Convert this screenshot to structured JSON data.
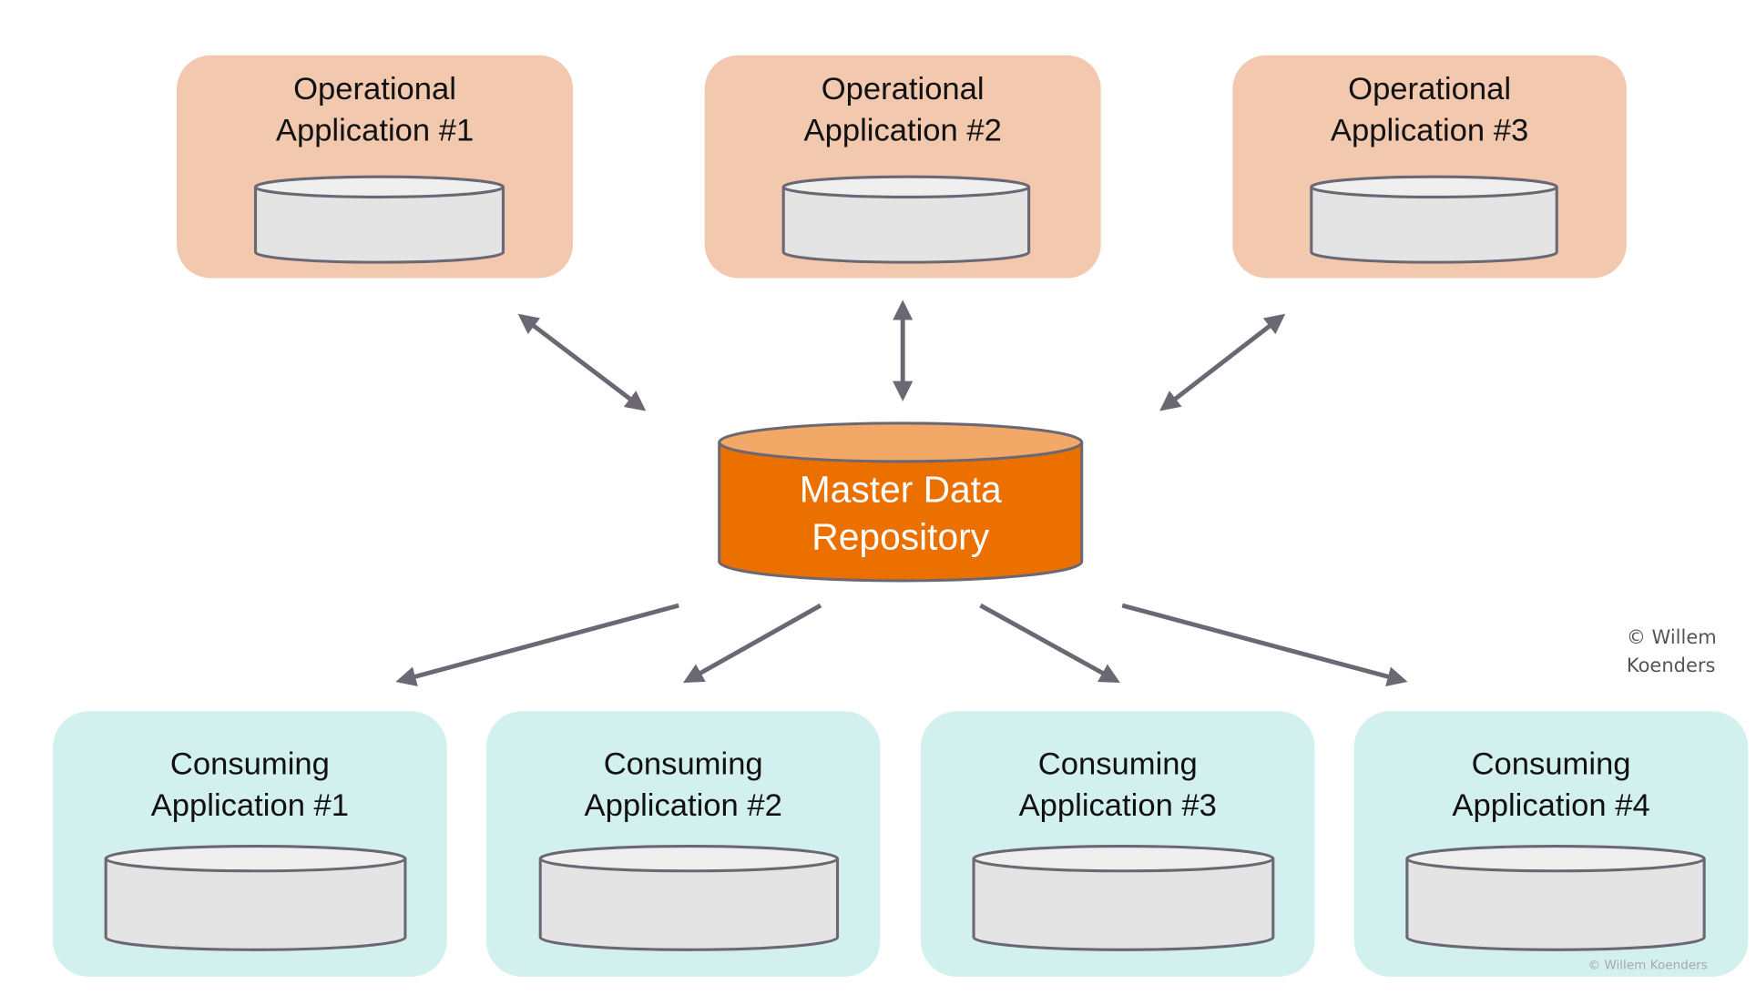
{
  "diagram": {
    "title": "Master Data Management hub architecture",
    "colors": {
      "operational_box": "#f2c8ae",
      "consuming_box": "#d2f0ee",
      "db_body": "#e4e4e4",
      "db_top": "#efefef",
      "db_stroke": "#6b6874",
      "master_body": "#eb7000",
      "master_top": "#f2a866",
      "arrow": "#6b6874"
    },
    "master": {
      "line1": "Master Data",
      "line2": "Repository"
    },
    "operational": [
      {
        "line1": "Operational",
        "line2": "Application #1"
      },
      {
        "line1": "Operational",
        "line2": "Application #2"
      },
      {
        "line1": "Operational",
        "line2": "Application #3"
      }
    ],
    "consuming": [
      {
        "line1": "Consuming",
        "line2": "Application #1"
      },
      {
        "line1": "Consuming",
        "line2": "Application #2"
      },
      {
        "line1": "Consuming",
        "line2": "Application #3"
      },
      {
        "line1": "Consuming",
        "line2": "Application #4"
      }
    ],
    "connections": [
      {
        "from": "Operational Application #1",
        "to": "Master Data Repository",
        "direction": "bidirectional"
      },
      {
        "from": "Operational Application #2",
        "to": "Master Data Repository",
        "direction": "bidirectional"
      },
      {
        "from": "Operational Application #3",
        "to": "Master Data Repository",
        "direction": "bidirectional"
      },
      {
        "from": "Master Data Repository",
        "to": "Consuming Application #1",
        "direction": "one-way"
      },
      {
        "from": "Master Data Repository",
        "to": "Consuming Application #2",
        "direction": "one-way"
      },
      {
        "from": "Master Data Repository",
        "to": "Consuming Application #3",
        "direction": "one-way"
      },
      {
        "from": "Master Data Repository",
        "to": "Consuming Application #4",
        "direction": "one-way"
      }
    ],
    "watermark": {
      "line1": "© Willem",
      "line2": "Koenders",
      "small": "© Willem Koenders"
    }
  }
}
